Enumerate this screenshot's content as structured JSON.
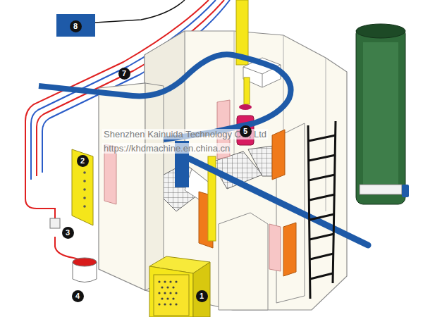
{
  "diagram": {
    "labels": [
      "8",
      "7",
      "Shenzhen Kainuida Technology Co., Ltd",
      "https://khdmachine.en.china.cn",
      "5",
      "2",
      "3",
      "4",
      "1"
    ]
  }
}
